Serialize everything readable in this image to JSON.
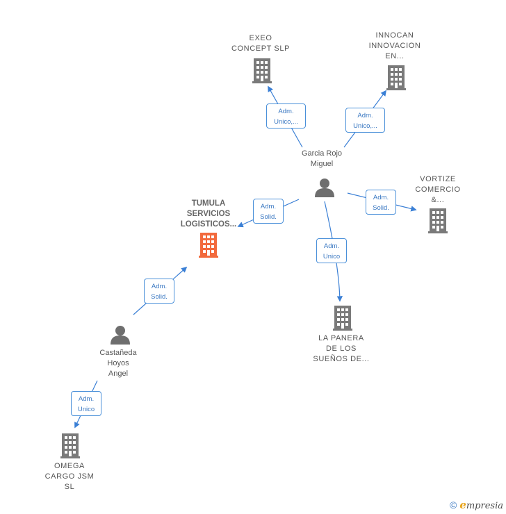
{
  "colors": {
    "edge": "#3a7fd5",
    "building": "#7a7a7a",
    "focus_building": "#f26a3d",
    "person": "#6e6e6e"
  },
  "nodes": {
    "exeo": {
      "label": "EXEO\nCONCEPT  SLP",
      "type": "company"
    },
    "innocan": {
      "label": "INNOCAN\nINNOVACION\nEN...",
      "type": "company"
    },
    "garcia": {
      "label": "Garcia Rojo\nMiguel",
      "type": "person"
    },
    "vortize": {
      "label": "VORTIZE\nCOMERCIO\n&...",
      "type": "company"
    },
    "tumula": {
      "label": "TUMULA\nSERVICIOS\nLOGISTICOS...",
      "type": "company-focus"
    },
    "lapanera": {
      "label": "LA PANERA\nDE LOS\nSUEÑOS DE...",
      "type": "company"
    },
    "castaneda": {
      "label": "Castañeda\nHoyos\nAngel",
      "type": "person"
    },
    "omega": {
      "label": "OMEGA\nCARGO JSM\nSL",
      "type": "company"
    }
  },
  "edges": {
    "garcia_exeo": "Adm.\nUnico,...",
    "garcia_innocan": "Adm.\nUnico,...",
    "garcia_vortize": "Adm.\nSolid.",
    "garcia_tumula": "Adm.\nSolid.",
    "garcia_lapanera": "Adm.\nUnico",
    "castaneda_tumula": "Adm.\nSolid.",
    "castaneda_omega": "Adm.\nUnico"
  },
  "footer": {
    "copyright": "©",
    "brand_initial": "e",
    "brand_rest": "mpresia"
  }
}
